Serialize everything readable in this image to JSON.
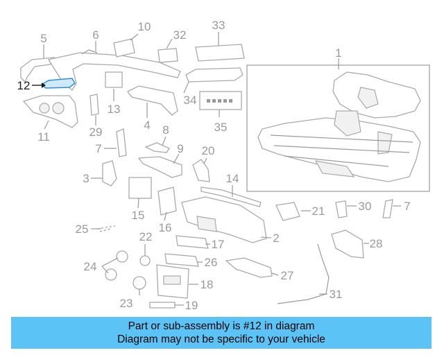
{
  "diagram": {
    "labels": [
      "1",
      "2",
      "3",
      "4",
      "5",
      "6",
      "7",
      "7",
      "8",
      "9",
      "10",
      "11",
      "12",
      "13",
      "14",
      "15",
      "16",
      "17",
      "18",
      "19",
      "20",
      "21",
      "22",
      "23",
      "24",
      "25",
      "26",
      "27",
      "28",
      "29",
      "30",
      "31",
      "32",
      "33",
      "34",
      "35"
    ],
    "highlighted_part": "12",
    "colors": {
      "highlight": "#2a8fd6",
      "line_art": "#a9a9a9",
      "label": "#9a9a9a",
      "banner": "#5bc3f5"
    }
  },
  "banner": {
    "line1": "Part or sub-assembly is #12 in diagram",
    "line2": "Diagram may not be specific to your vehicle"
  }
}
